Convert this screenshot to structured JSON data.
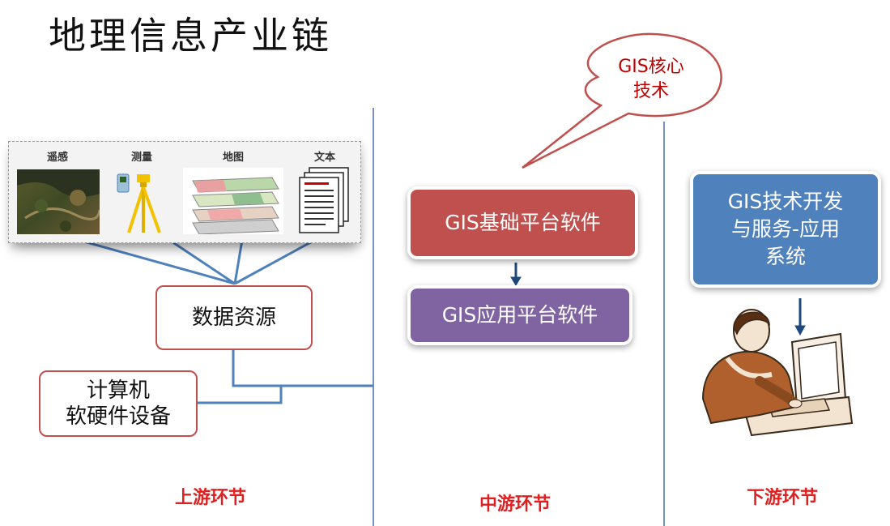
{
  "title": "地理信息产业链",
  "data_sources": {
    "items": [
      {
        "label": "遥感",
        "icon": "remote-sensing-image"
      },
      {
        "label": "测量",
        "icon": "surveying-tripod-icon"
      },
      {
        "label": "地图",
        "icon": "map-layers-image"
      },
      {
        "label": "文本",
        "icon": "text-documents-icon"
      }
    ]
  },
  "nodes": {
    "data_resources": "数据资源",
    "hardware": "计算机\n软硬件设备",
    "gis_base_platform": "GIS基础平台软件",
    "gis_app_platform": "GIS应用平台软件",
    "gis_dev_services": "GIS技术开发\n与服务-应用\n系统"
  },
  "callout": "GIS核心\n技术",
  "stages": {
    "upstream": "上游环节",
    "midstream": "中游环节",
    "downstream": "下游环节"
  },
  "colors": {
    "base_platform": "#c0504d",
    "app_platform": "#8064a2",
    "dev_services": "#4f81bd",
    "connector": "#4f81bd",
    "stage_text": "#e02020"
  }
}
